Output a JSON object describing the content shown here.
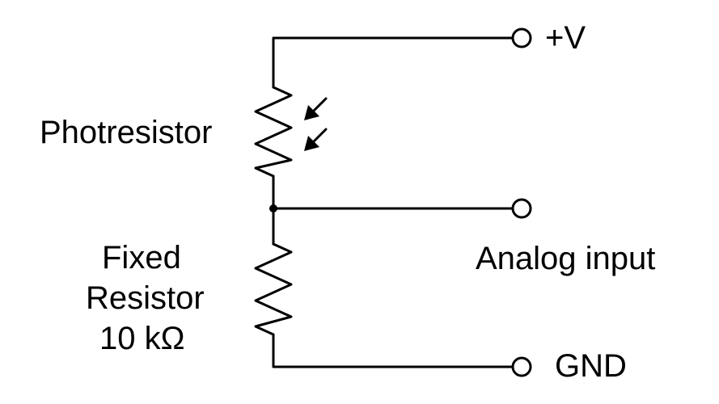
{
  "labels": {
    "supply": "+V",
    "photoresistor": "Photresistor",
    "output": "Analog input",
    "fixed_line1": "Fixed",
    "fixed_line2": "Resistor",
    "fixed_value": "10 kΩ",
    "ground": "GND"
  },
  "colors": {
    "line": "#000000",
    "background": "#ffffff"
  }
}
